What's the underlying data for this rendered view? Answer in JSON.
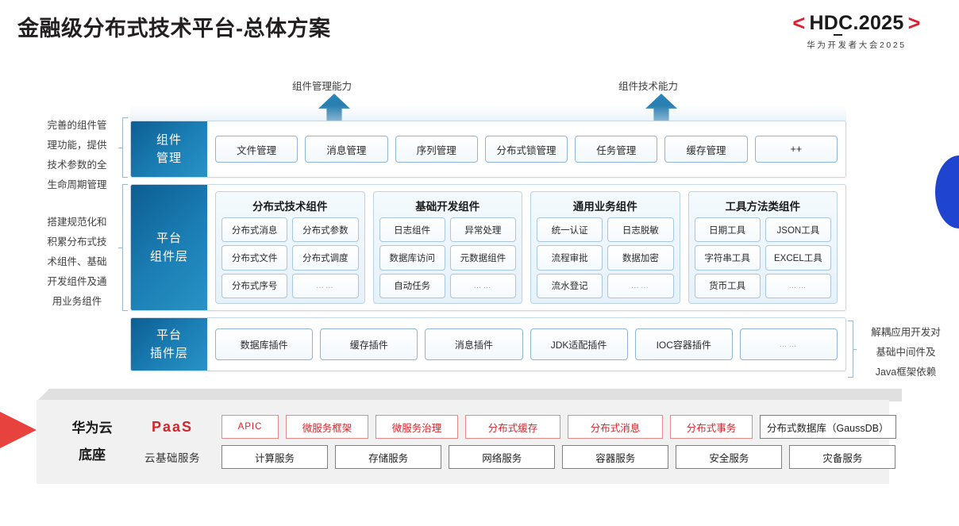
{
  "header": {
    "title": "金融级分布式技术平台-总体方案",
    "logo": {
      "left_bracket": "<",
      "right_bracket": ">",
      "main": "HDC.2025",
      "sub": "华为开发者大会2025"
    }
  },
  "arrows": [
    {
      "label": "组件管理能力"
    },
    {
      "label": "组件技术能力"
    }
  ],
  "notes": {
    "left_top": "完善的组件管\n理功能，提供\n技术参数的全\n生命周期管理",
    "left_top_lines": [
      "完善的组件管",
      "理功能，提供",
      "技术参数的全",
      "生命周期管理"
    ],
    "left_bottom_lines": [
      "搭建规范化和",
      "积累分布式技",
      "术组件、基础",
      "开发组件及通",
      "用业务组件"
    ],
    "right_lines": [
      "解耦应用开发对",
      "基础中间件及",
      "Java框架依赖"
    ]
  },
  "layers": {
    "component_management": {
      "label_lines": [
        "组件",
        "管理"
      ],
      "items": [
        "文件管理",
        "消息管理",
        "序列管理",
        "分布式锁管理",
        "任务管理",
        "缓存管理",
        "++"
      ]
    },
    "platform_component": {
      "label_lines": [
        "平台",
        "组件层"
      ],
      "groups": [
        {
          "title": "分布式技术组件",
          "items": [
            "分布式消息",
            "分布式参数",
            "分布式文件",
            "分布式调度",
            "分布式序号",
            "……"
          ]
        },
        {
          "title": "基础开发组件",
          "items": [
            "日志组件",
            "异常处理",
            "数据库访问",
            "元数据组件",
            "自动任务",
            "……"
          ]
        },
        {
          "title": "通用业务组件",
          "items": [
            "统一认证",
            "日志脱敏",
            "流程审批",
            "数据加密",
            "流水登记",
            "……"
          ]
        },
        {
          "title": "工具方法类组件",
          "items": [
            "日期工具",
            "JSON工具",
            "字符串工具",
            "EXCEL工具",
            "货币工具",
            "……"
          ]
        }
      ]
    },
    "platform_plugin": {
      "label_lines": [
        "平台",
        "插件层"
      ],
      "items": [
        "数据库插件",
        "缓存插件",
        "消息插件",
        "JDK适配插件",
        "IOC容器插件",
        "……"
      ]
    }
  },
  "paas": {
    "brand_lines": [
      "华为云",
      "底座"
    ],
    "paas_label": "PaaS",
    "base_label": "云基础服务",
    "paas_items": [
      {
        "text": "APIC",
        "style": "red"
      },
      {
        "text": "微服务框架",
        "style": "red"
      },
      {
        "text": "微服务治理",
        "style": "red"
      },
      {
        "text": "分布式缓存",
        "style": "red"
      },
      {
        "text": "分布式消息",
        "style": "red"
      },
      {
        "text": "分布式事务",
        "style": "red"
      },
      {
        "text": "分布式数据库（GaussDB）",
        "style": "neutral"
      }
    ],
    "base_items": [
      "计算服务",
      "存储服务",
      "网络服务",
      "容器服务",
      "安全服务",
      "灾备服务"
    ]
  },
  "colors": {
    "brand_red": "#d0272d",
    "logo_red": "#d9232e",
    "layer_blue_dark": "#0d5e92",
    "layer_blue_light": "#2a93c3",
    "decor_blue": "#1f44cf",
    "decor_red": "#e8423f"
  }
}
